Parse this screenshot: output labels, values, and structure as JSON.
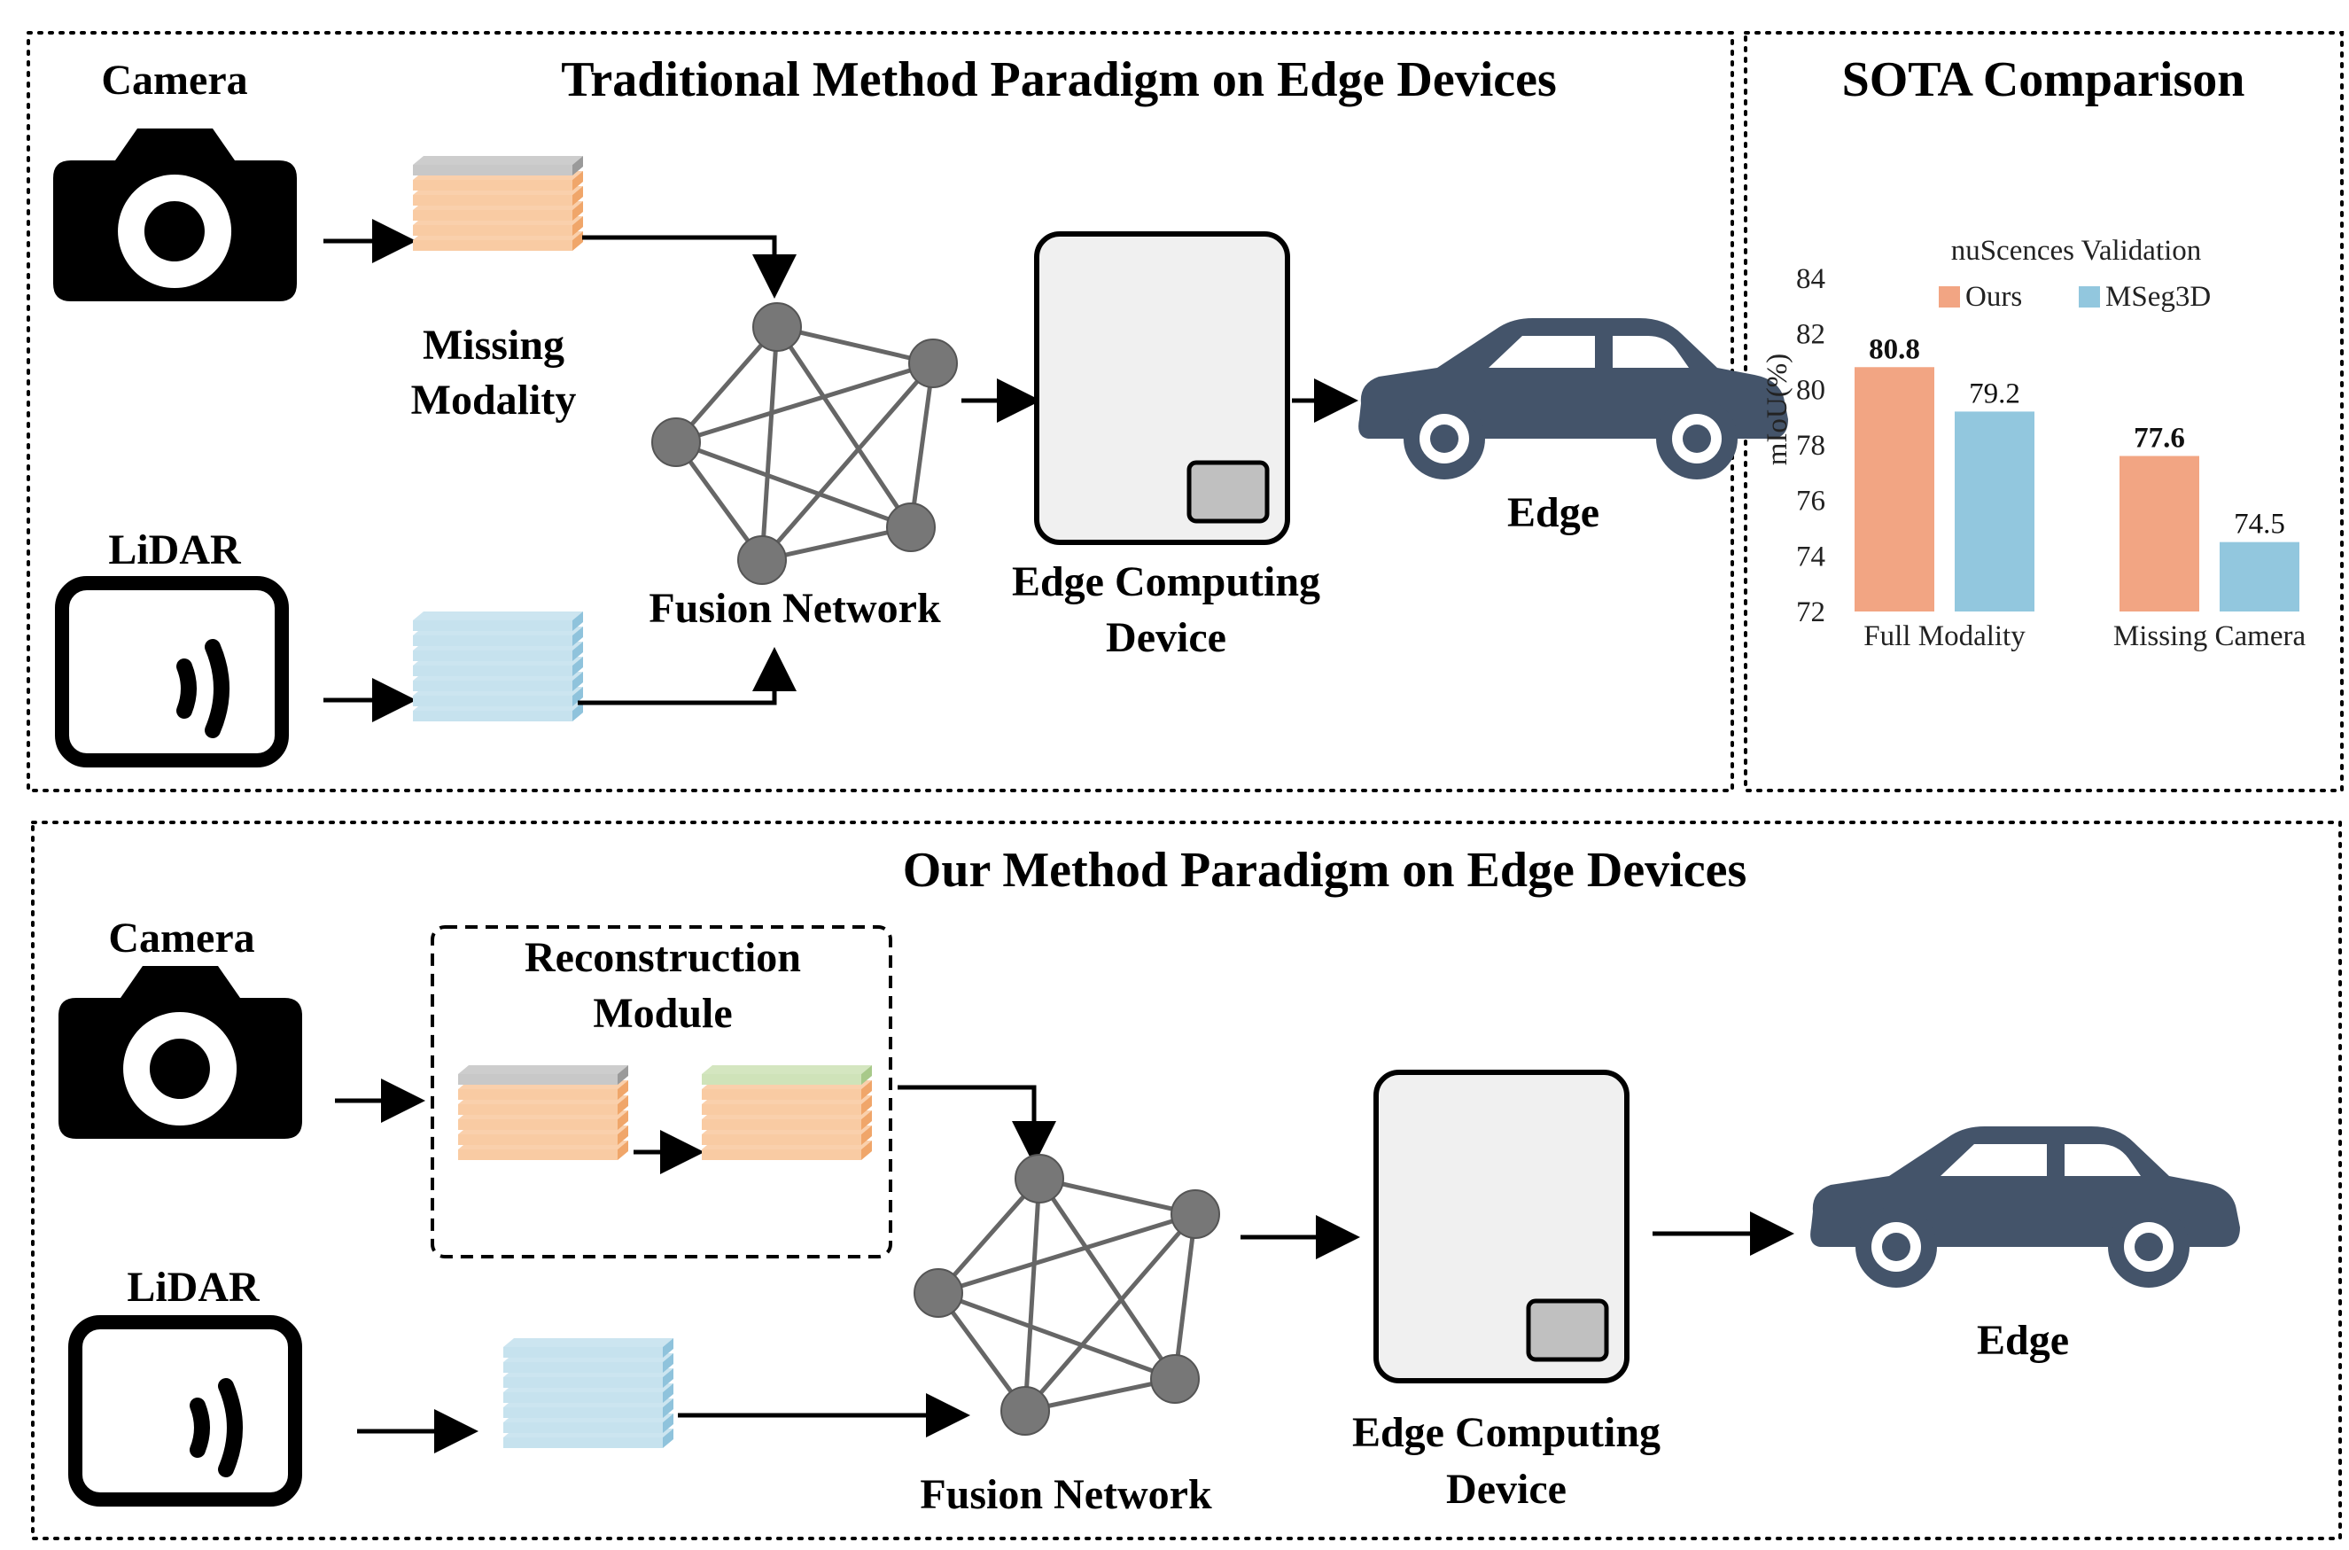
{
  "top_panel": {
    "title": "Traditional Method Paradigm on Edge Devices",
    "camera_label": "Camera",
    "lidar_label": "LiDAR",
    "missing_label_line1": "Missing",
    "missing_label_line2": "Modality",
    "fusion_label": "Fusion Network",
    "device_label_line1": "Edge Computing",
    "device_label_line2": "Device",
    "edge_label": "Edge"
  },
  "sota_panel": {
    "title": "SOTA Comparison"
  },
  "bottom_panel": {
    "title": "Our Method Paradigm on Edge Devices",
    "camera_label": "Camera",
    "lidar_label": "LiDAR",
    "recon_label_line1": "Reconstruction",
    "recon_label_line2": "Module",
    "fusion_label": "Fusion Network",
    "device_label_line1": "Edge Computing",
    "device_label_line2": "Device",
    "edge_label": "Edge"
  },
  "colors": {
    "orange_layer": "#f9cba3",
    "orange_side": "#f0a66a",
    "blue_layer": "#c6e2ee",
    "blue_side": "#8fc3dc",
    "gray_layer": "#c8c8c8",
    "green_layer": "#cfe3b9",
    "node": "#777777",
    "car": "#44546a",
    "bar_ours": "#f2a583",
    "bar_mseg": "#92c7de"
  },
  "chart_data": {
    "type": "bar",
    "title": "nuScences Validation",
    "xlabel": "",
    "ylabel": "mIoU(%)",
    "ylim": [
      72,
      84
    ],
    "yticks": [
      72,
      74,
      76,
      78,
      80,
      82,
      84
    ],
    "categories": [
      "Full Modality",
      "Missing Camera"
    ],
    "series": [
      {
        "name": "Ours",
        "values": [
          80.8,
          77.6
        ],
        "labels": [
          "80.8",
          "77.6"
        ],
        "color": "#f2a583",
        "bold_labels": true
      },
      {
        "name": "MSeg3D",
        "values": [
          79.2,
          74.5
        ],
        "labels": [
          "79.2",
          "74.5"
        ],
        "color": "#92c7de",
        "bold_labels": false
      }
    ],
    "legend_position": "top",
    "grid": false
  }
}
